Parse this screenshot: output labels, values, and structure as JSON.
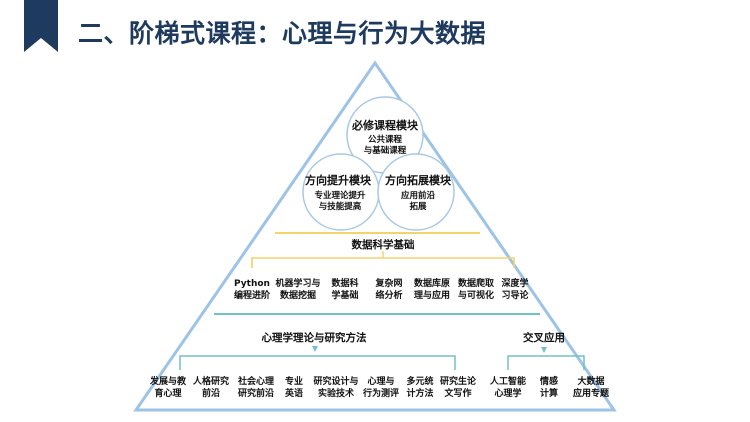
{
  "page": {
    "title": "二、阶梯式课程：心理与行为大数据"
  },
  "circles": {
    "required": {
      "title": "必修课程模块",
      "sub_line1": "公共课程",
      "sub_line2": "与基础课程"
    },
    "direction_up": {
      "title": "方向提升模块",
      "sub_line1": "专业理论提升",
      "sub_line2": "与技能提高"
    },
    "direction_ext": {
      "title": "方向拓展模块",
      "sub_line1": "应用前沿",
      "sub_line2": "拓展"
    }
  },
  "data_science": {
    "title": "数据科学基础",
    "items": [
      {
        "line1": "Python",
        "line2": "编程进阶"
      },
      {
        "line1": "机器学习与",
        "line2": "数据挖掘"
      },
      {
        "line1": "数据科",
        "line2": "学基础"
      },
      {
        "line1": "复杂网",
        "line2": "络分析"
      },
      {
        "line1": "数据库原",
        "line2": "理与应用"
      },
      {
        "line1": "数据爬取",
        "line2": "与可视化"
      },
      {
        "line1": "深度学",
        "line2": "习导论"
      }
    ]
  },
  "psychology": {
    "title": "心理学理论与研究方法",
    "items": [
      {
        "line1": "发展与教",
        "line2": "育心理"
      },
      {
        "line1": "人格研究",
        "line2": "前沿"
      },
      {
        "line1": "社会心理",
        "line2": "研究前沿"
      },
      {
        "line1": "专业",
        "line2": "英语"
      },
      {
        "line1": "研究设计与",
        "line2": "实验技术"
      },
      {
        "line1": "心理与",
        "line2": "行为测评"
      },
      {
        "line1": "多元统",
        "line2": "计方法"
      },
      {
        "line1": "研究生论",
        "line2": "文写作"
      }
    ]
  },
  "cross": {
    "title": "交叉应用",
    "items": [
      {
        "line1": "人工智能",
        "line2": "心理学"
      },
      {
        "line1": "情感",
        "line2": "计算"
      },
      {
        "line1": "大数据",
        "line2": "应用专题"
      }
    ]
  },
  "colors": {
    "title": "#1e3a5f",
    "bookmark": "#1e3a5f",
    "pyramid_border": "#9dc3e6",
    "bracket_accent": "#70c1c9",
    "ds_divider": "#f5d36b",
    "psych_divider": "#70c1c9"
  }
}
